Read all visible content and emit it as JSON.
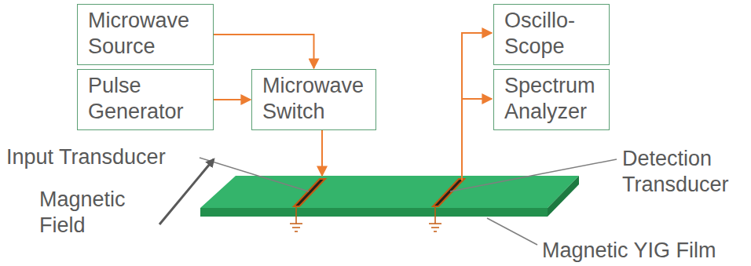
{
  "diagram": {
    "nodes": [
      {
        "text": [
          "Microwave Source"
        ]
      },
      {
        "text": [
          "Pulse Generator"
        ]
      },
      {
        "text": [
          "Microwave Switch"
        ]
      },
      {
        "text": [
          "Oscillo- Scope"
        ]
      },
      {
        "text": [
          "Spectrum Analyzer"
        ]
      }
    ],
    "edges": [
      {
        "from": 0,
        "to": 2,
        "arrow": "to"
      },
      {
        "from": 1,
        "to": 2,
        "arrow": "to"
      }
    ],
    "labels": [
      "Input Transducer",
      "Magnetic Field",
      "Detection Transducer",
      "Magnetic YIG Film"
    ]
  }
}
